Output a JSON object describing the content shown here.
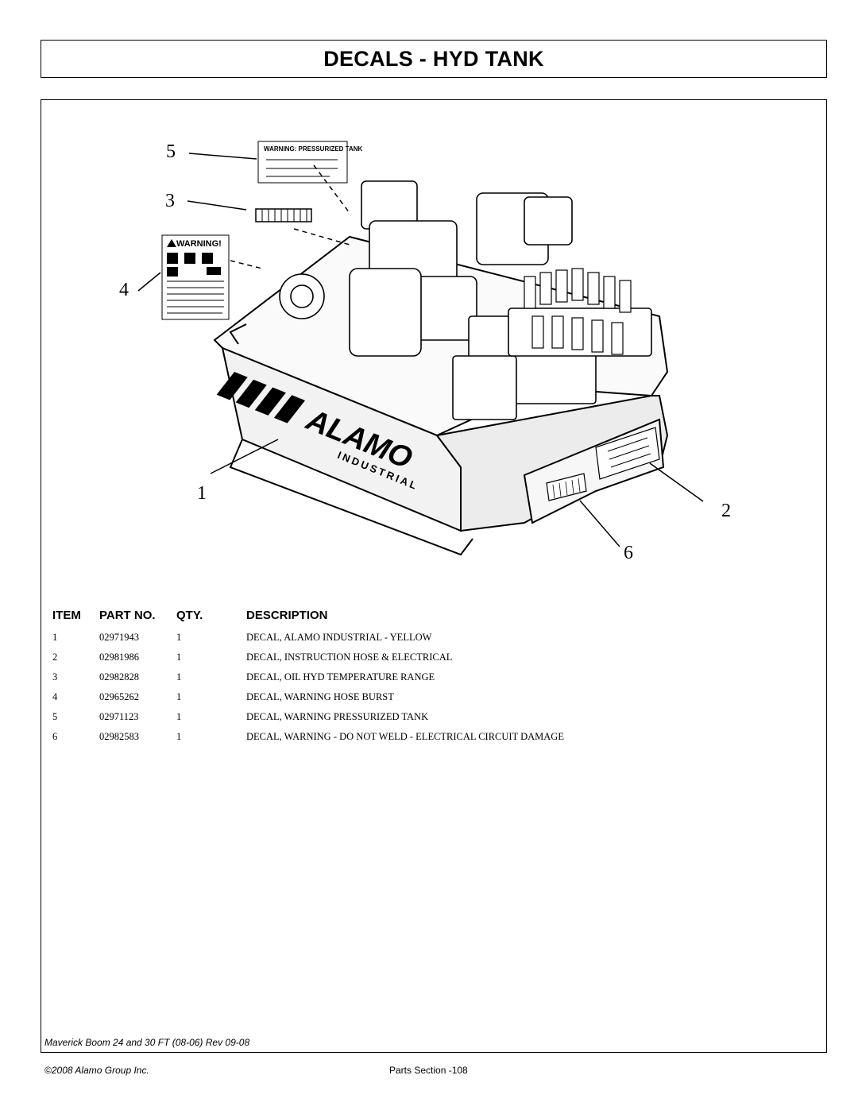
{
  "page": {
    "title": "DECALS - HYD TANK"
  },
  "figure": {
    "callouts": [
      "1",
      "2",
      "3",
      "4",
      "5",
      "6"
    ],
    "decal_pressurized_tank_text": "WARNING: PRESSURIZED TANK",
    "decal_warning_text": "WARNING!",
    "brand_text": "ALAMO",
    "brand_subtext": "INDUSTRIAL"
  },
  "parts_table": {
    "headers": {
      "item": "ITEM",
      "part_no": "PART NO.",
      "qty": "QTY.",
      "description": "DESCRIPTION"
    },
    "rows": [
      {
        "item": "1",
        "part_no": "02971943",
        "qty": "1",
        "description": "DECAL, ALAMO INDUSTRIAL - YELLOW"
      },
      {
        "item": "2",
        "part_no": "02981986",
        "qty": "1",
        "description": "DECAL, INSTRUCTION HOSE & ELECTRICAL"
      },
      {
        "item": "3",
        "part_no": "02982828",
        "qty": "1",
        "description": "DECAL, OIL HYD TEMPERATURE RANGE"
      },
      {
        "item": "4",
        "part_no": "02965262",
        "qty": "1",
        "description": "DECAL, WARNING HOSE BURST"
      },
      {
        "item": "5",
        "part_no": "02971123",
        "qty": "1",
        "description": "DECAL, WARNING PRESSURIZED TANK"
      },
      {
        "item": "6",
        "part_no": "02982583",
        "qty": "1",
        "description": "DECAL, WARNING - DO NOT WELD - ELECTRICAL CIRCUIT DAMAGE"
      }
    ]
  },
  "footer": {
    "document": "Maverick Boom 24 and 30 FT (08-06) Rev 09-08",
    "copyright": "©2008 Alamo Group Inc.",
    "page_label": "Parts Section -108"
  }
}
